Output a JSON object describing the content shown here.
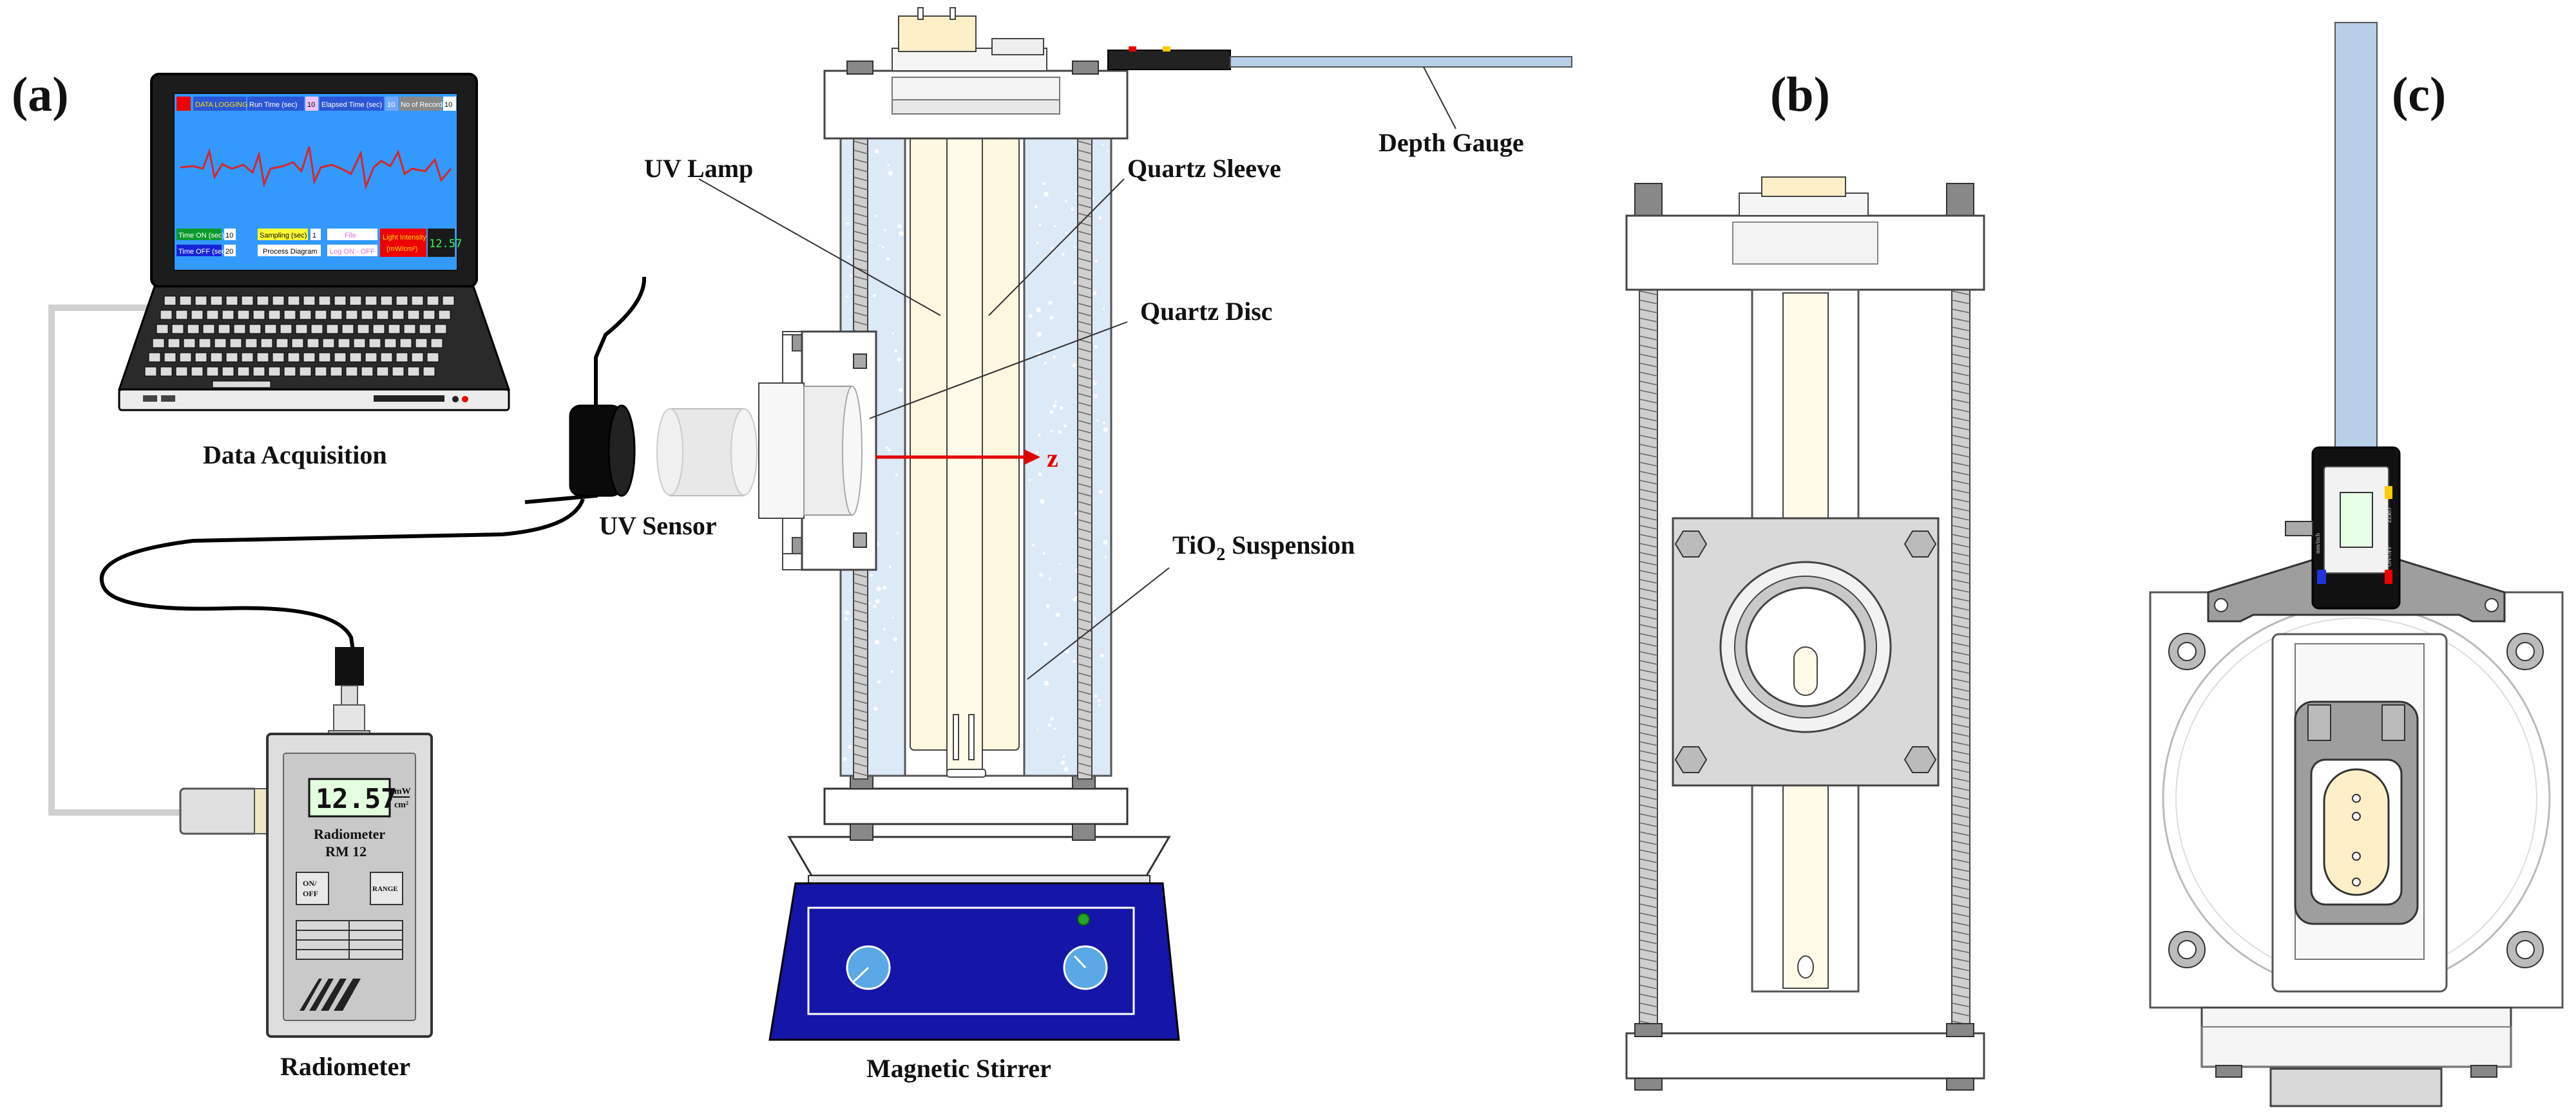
{
  "panels": {
    "a": "(a)",
    "b": "(b)",
    "c": "(c)"
  },
  "labels": {
    "data_acquisition": "Data Acquisition",
    "uv_sensor": "UV Sensor",
    "radiometer": "Radiometer",
    "uv_lamp": "UV Lamp",
    "quartz_sleeve": "Quartz Sleeve",
    "quartz_disc": "Quartz Disc",
    "tio2_main": "TiO",
    "tio2_sub": "2",
    "tio2_rest": " Suspension",
    "depth_gauge": "Depth Gauge",
    "magnetic_stirrer": "Magnetic Stirrer",
    "axis_z": "z"
  },
  "laptop_screen": {
    "header": [
      "DATA LOGGING",
      "Run Time (sec)",
      "10",
      "Elapsed Time (sec)",
      "10",
      "No of Records",
      "10"
    ],
    "ctrl": {
      "time_on": "Time ON (sec)",
      "time_on_val": "10",
      "time_off": "Time OFF (sec)",
      "time_off_val": "20",
      "sampling": "Sampling (sec)",
      "sampling_val": "1",
      "file": "File",
      "process_diagram": "Process Diagram",
      "log_on_off": "Log ON - OFF",
      "light_intensity": "Light Intensity",
      "light_unit": "(mW/cm²)",
      "light_value": "12.57"
    }
  },
  "radiometer": {
    "reading": "12.57",
    "unit_top": "mW",
    "unit_bottom": "cm²",
    "name": "Radiometer",
    "model": "RM 12",
    "btn_power_1": "ON/",
    "btn_power_2": "OFF",
    "btn_range": "RANGE"
  },
  "caliper": {
    "mode": "mm/inch",
    "zero": "ZERO",
    "onoff": "ON/OFF"
  },
  "colors": {
    "laptop_screen_bg": "#3399ff",
    "signal_trace": "#d62728",
    "suspension": "#dce9f7",
    "stirrer_blue": "#1515a8",
    "depth_rod": "#b7d0e8",
    "arrow_red": "#e00000"
  }
}
